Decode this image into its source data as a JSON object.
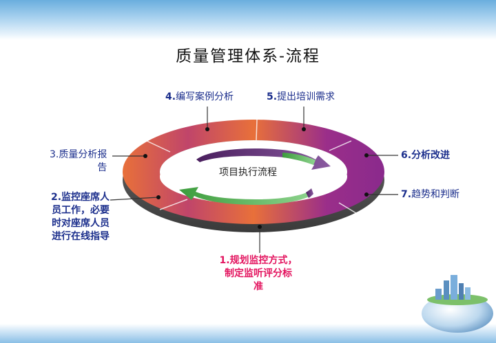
{
  "title": "质量管理体系-流程",
  "center_label": "项目执行流程",
  "steps": [
    {
      "num": "1.",
      "text_lines": [
        "1.规划监控方式，",
        "制定监听评分标",
        "准"
      ]
    },
    {
      "num": "2.",
      "text_lines": [
        "2.监控座席人",
        "员工作，必要",
        "时对座席人员",
        "进行在线指导"
      ]
    },
    {
      "num": "3.",
      "text_lines": [
        "3.质量分析报",
        "告"
      ]
    },
    {
      "num": "4.",
      "text": "编写案例分析"
    },
    {
      "num": "5.",
      "text": "提出培训需求"
    },
    {
      "num": "6.",
      "text": "分析改进"
    },
    {
      "num": "7.",
      "text": "趋势和判断"
    }
  ],
  "colors": {
    "orange": "#e8703a",
    "purple": "#8a2a8c",
    "arrow_dark": "#5b2a6e",
    "arrow_green": "#5cb85c",
    "label_blue": "#1b2e8c",
    "label_pink": "#e3145f"
  }
}
